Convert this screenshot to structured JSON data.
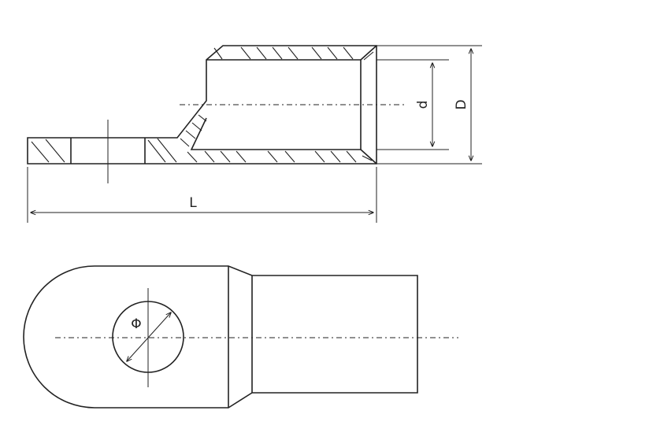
{
  "labels": {
    "inner_diameter": "d",
    "outer_diameter": "D",
    "length": "L",
    "hole_diameter": "Φ"
  },
  "colors": {
    "line": "#222222",
    "background": "#ffffff"
  }
}
